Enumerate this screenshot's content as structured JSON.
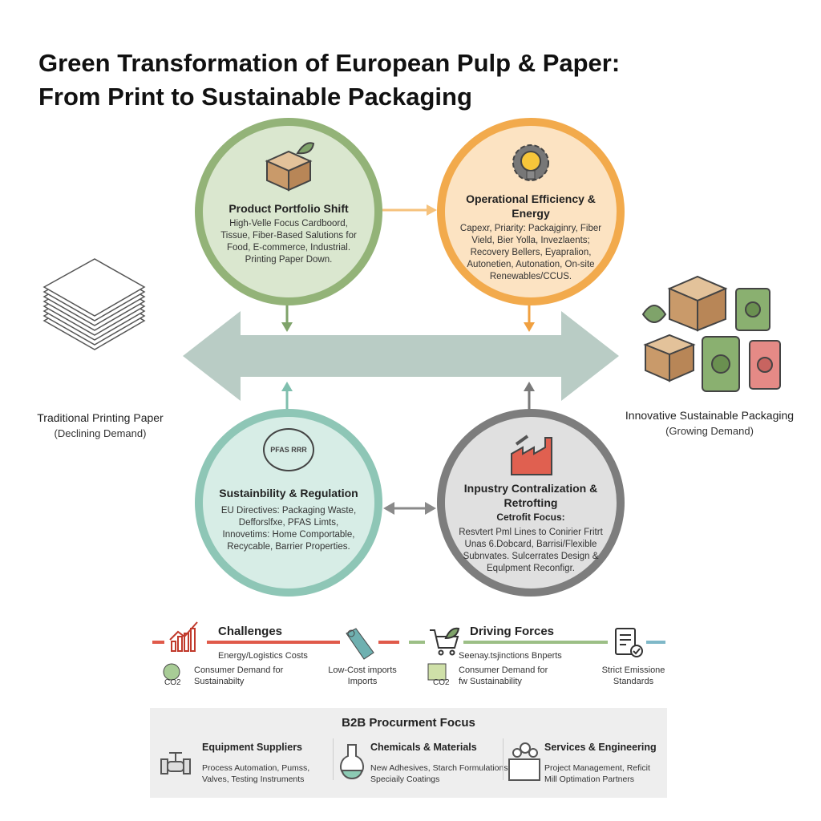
{
  "title": {
    "line1": "Green Transformation of European Pulp & Paper:",
    "line2": "From Print to Sustainable Packaging"
  },
  "circles": {
    "portfolio": {
      "title": "Product Portfolio Shift",
      "body": "High-Velle Focus Cardboord, Tissue, Fiber-Based Salutions for Food, E-commerce, Industrial. Printing Paper Down."
    },
    "efficiency": {
      "title": "Operational Efficiency & Energy",
      "body": "Capexr, Priarity: Packajginry, Fiber Vield, Bier Yolla, Invezlaents; Recovery Bellers, Eyapralion, Autonetien, Autonation, On-site Renewables/CCUS."
    },
    "sustainability": {
      "title": "Sustainbility & Regulation",
      "body": "EU Directives: Packaging Waste, Defforslfxe, PFAS Limts, Innovetims: Home Comportable, Recycable, Barrier Properties.",
      "icon_text": "PFAS RRR"
    },
    "industry": {
      "title": "Inpustry Contralization & Retrofting",
      "subtitle": "Cetrofit Focus:",
      "body": "Resvtert Pml Lines to Conirier Fritrt Unas 6.Dobcard, Barrisi/Flexible Subnvates. Sulcerrates Design & Equlpment Reconfigr."
    }
  },
  "left": {
    "label": "Traditional Printing Paper",
    "sub": "(Declining Demand)"
  },
  "right": {
    "label": "Innovative Sustainable Packaging",
    "sub": "(Growing Demand)"
  },
  "legend": {
    "challenges": "Challenges",
    "driving": "Driving Forces",
    "energy": "Energy/Logistics Costs",
    "consumer1": "Consumer Demand for Sustainabilty",
    "imports": "Low-Cost imports Imports",
    "seenay": "Seenay.tsjinctions Bnperts",
    "consumer2": "Consumer Demand for fw Sustainability",
    "emission": "Strict Emissione Standards",
    "co2": "CO2",
    "colors": {
      "challenge": "#e05a4a",
      "driving": "#9cbf86",
      "emission": "#7fb8c8"
    }
  },
  "b2b": {
    "title": "B2B Procurment Focus",
    "columns": [
      {
        "title": "Equipment Suppliers",
        "line1": "Process Automation, Pumss,",
        "line2": "Valves, Testing Instruments"
      },
      {
        "title": "Chemicals & Materials",
        "line1": "New Adhesives, Starch Formulations",
        "line2": "Speciaily Coatings"
      },
      {
        "title": "Services & Engineering",
        "line1": "Project Management, Reficit",
        "line2": "Mill Optimation Partners"
      }
    ]
  }
}
